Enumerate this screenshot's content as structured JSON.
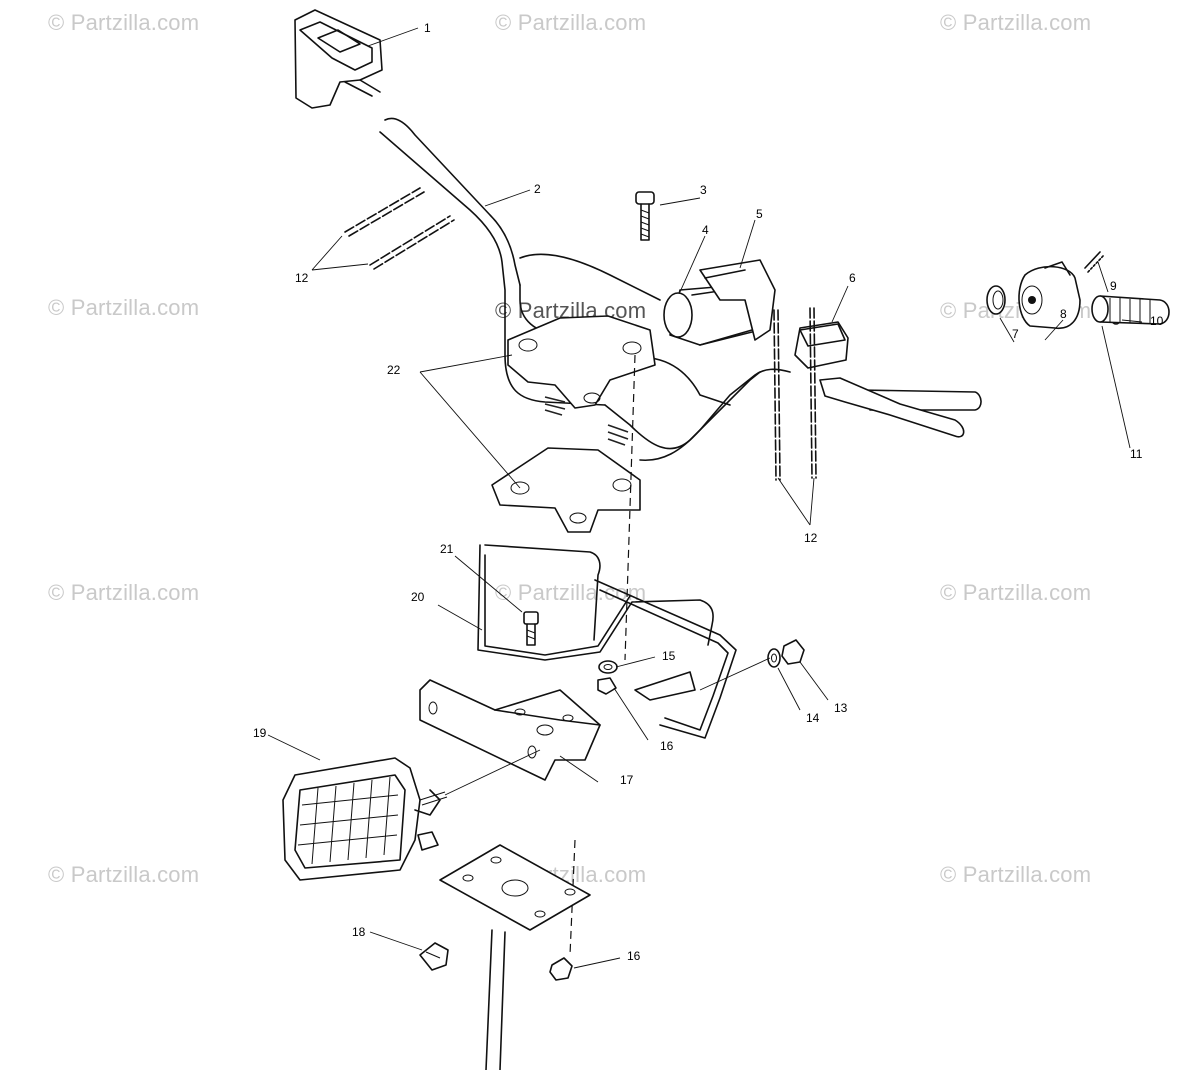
{
  "watermark": {
    "text": "© Partzilla.com",
    "color": "#c9c9c9"
  },
  "callouts": [
    "1",
    "2",
    "3",
    "4",
    "5",
    "6",
    "7",
    "8",
    "9",
    "10",
    "11",
    "12",
    "12",
    "13",
    "14",
    "15",
    "16",
    "16",
    "17",
    "18",
    "19",
    "20",
    "21",
    "22"
  ],
  "colors": {
    "line": "#111111",
    "background": "#ffffff"
  }
}
